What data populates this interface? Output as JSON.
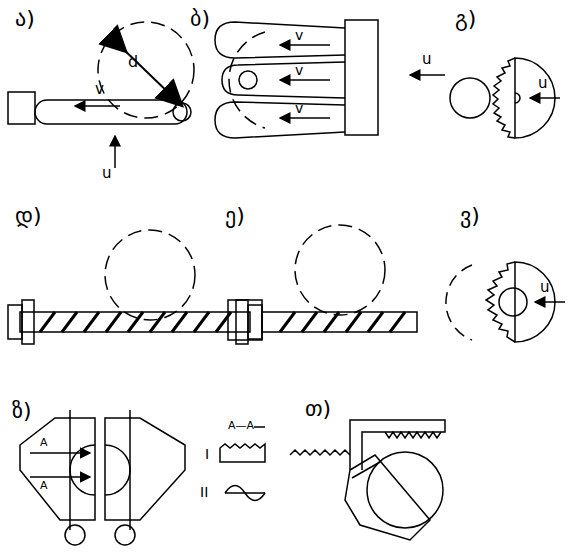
{
  "diagram": {
    "labels": [
      "ა)",
      "ბ)",
      "გ)",
      "დ)",
      "ე)",
      "ვ)",
      "ზ)",
      "თ)",
      "d",
      "v",
      "u",
      "v",
      "v",
      "v",
      "u",
      "u",
      "u",
      "A",
      "A",
      "A—A",
      "I",
      "II"
    ]
  }
}
